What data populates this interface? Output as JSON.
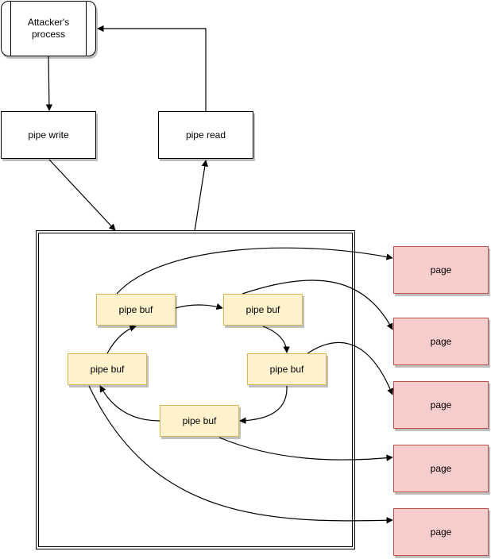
{
  "nodes": {
    "attacker": "Attacker's\nprocess",
    "pipe_write": "pipe write",
    "pipe_read": "pipe read",
    "pipe_bufs": [
      "pipe buf",
      "pipe buf",
      "pipe buf",
      "pipe buf",
      "pipe buf"
    ],
    "pages": [
      "page",
      "page",
      "page",
      "page",
      "page"
    ]
  },
  "colors": {
    "pipe_buf_fill": "#fff2cc",
    "pipe_buf_border": "#d6b656",
    "page_fill": "#f8cecc",
    "page_border": "#b85450",
    "line": "#000000"
  }
}
